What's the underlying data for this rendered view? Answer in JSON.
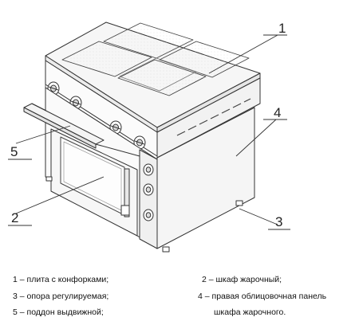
{
  "callouts": [
    {
      "num": "1"
    },
    {
      "num": "2"
    },
    {
      "num": "3"
    },
    {
      "num": "4"
    },
    {
      "num": "5"
    }
  ],
  "legend": {
    "item1": "1 – плита с конфорками;",
    "item2": "2 – шкаф жарочный;",
    "item3": "3 – опора регулируемая;",
    "item4": "4 – правая облицовочная панель",
    "item4_cont": "шкафа жарочного.",
    "item5": "5 – поддон выдвижной;"
  },
  "colors": {
    "line": "#333333",
    "surface": "#f4f4f4",
    "plate": "#e8e8e8"
  }
}
